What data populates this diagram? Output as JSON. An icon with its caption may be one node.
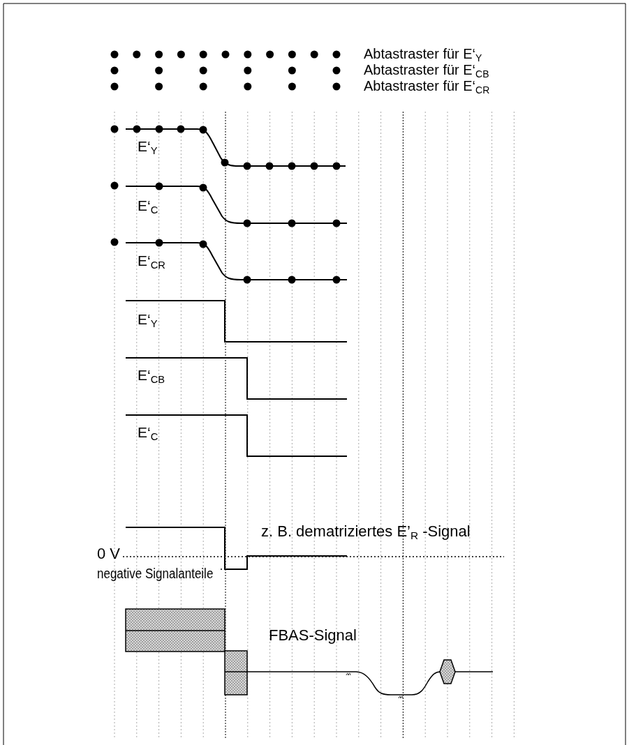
{
  "diagram": {
    "labels": [
      "Abtastraster für E‘$_{Y}$",
      "Abtastraster für E‘$_{CB}$",
      "Abtastraster für E‘$_{CR}$",
      "E‘$_{Y}$",
      "E‘$_{C}$",
      "E‘$_{CR}$",
      "E‘$_{Y}$",
      "E‘$_{CB}$",
      "E‘$_{C}$",
      "z. B. dematriziertes E’$_{R}$ -Signal",
      "0 V",
      "negative Signalanteile",
      "FBAS-Signal"
    ]
  }
}
